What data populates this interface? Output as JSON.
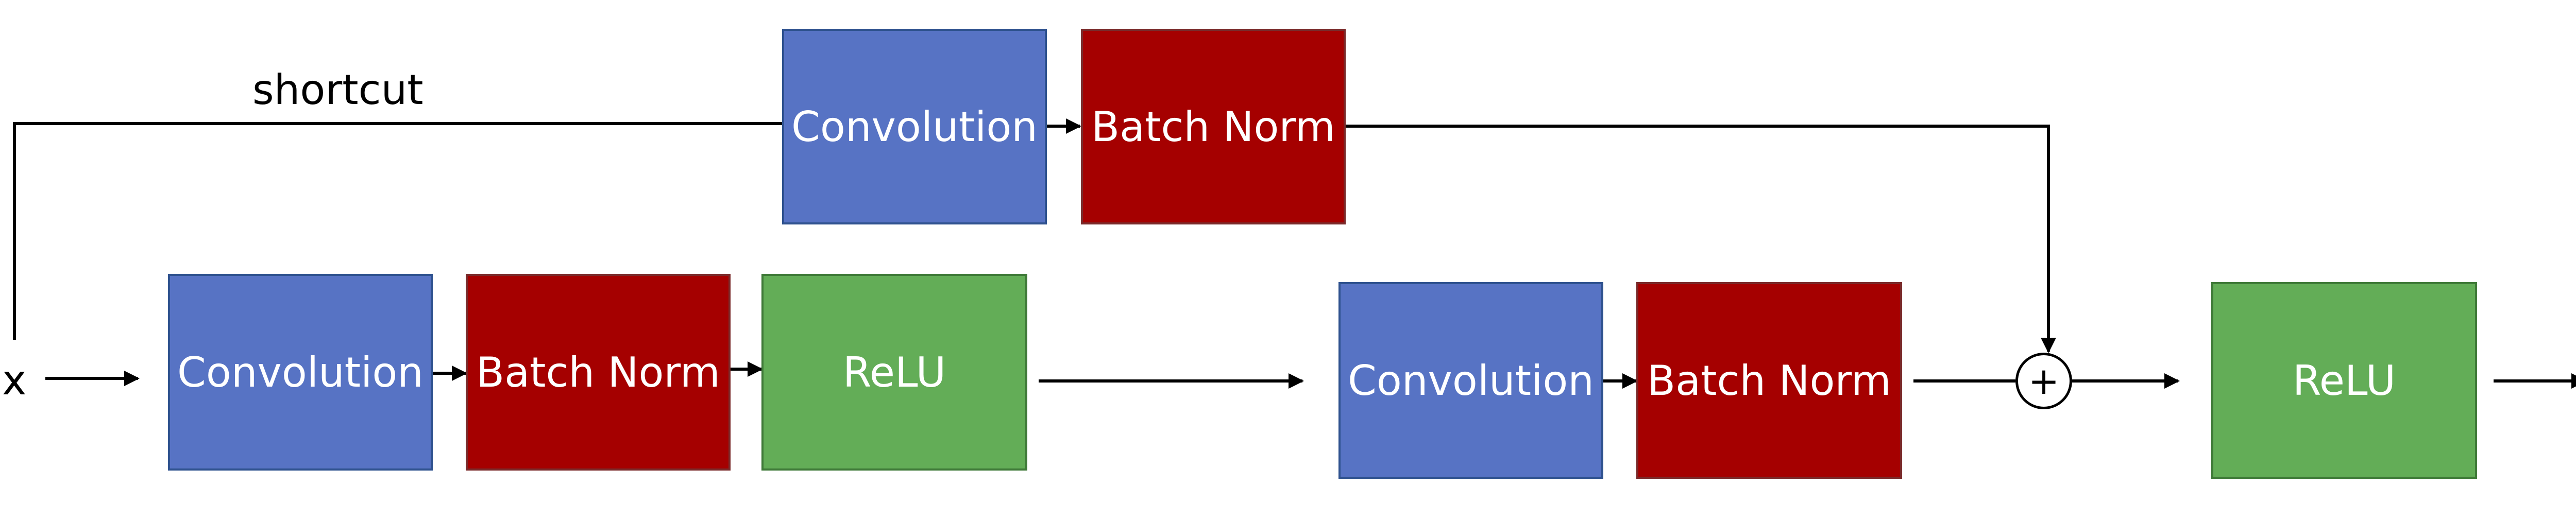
{
  "labels": {
    "shortcut": "shortcut",
    "input": "x",
    "sum": "+"
  },
  "shortcut_branch": {
    "conv": "Convolution",
    "bn": "Batch Norm"
  },
  "main_branch": {
    "conv1": "Convolution",
    "bn1": "Batch Norm",
    "relu1": "ReLU",
    "conv2": "Convolution",
    "bn2": "Batch Norm",
    "relu_out": "ReLU"
  },
  "colors": {
    "convolution": "#5773c4",
    "batch_norm": "#a50000",
    "relu": "#63ad57",
    "line": "#000000"
  }
}
